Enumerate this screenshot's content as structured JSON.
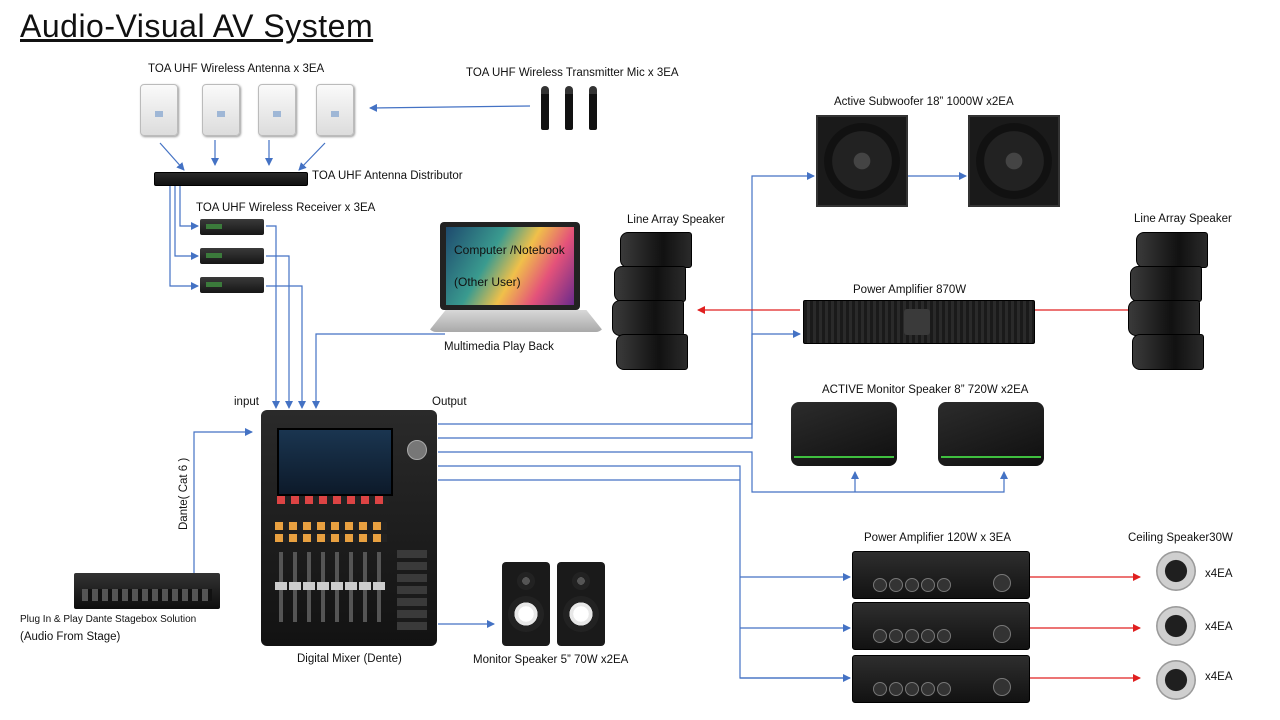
{
  "title": "Audio-Visual  AV System",
  "labels": {
    "antenna": "TOA UHF Wireless Antenna  x 3EA",
    "transmitter": "TOA UHF Wireless Transmitter Mic x 3EA",
    "distributor": "TOA UHF Antenna Distributor",
    "receiver": "TOA UHF Wireless Receiver x 3EA",
    "computer_line1": "Computer  /Notebook",
    "computer_line2": "(Other User)",
    "multimedia": "Multimedia Play Back",
    "line_array_left": "Line Array Speaker",
    "line_array_right": "Line Array Speaker",
    "subwoofer": "Active Subwoofer  18” 1000W x2EA",
    "power_amp_870": "Power Amplifier 870W",
    "active_monitor": "ACTIVE Monitor Speaker 8” 720W  x2EA",
    "input": "input",
    "output": "Output",
    "dante": "Dante( Cat 6 )",
    "stagebox": "Plug In & Play Dante Stagebox Solution",
    "audio_from_stage": "(Audio From Stage)",
    "mixer": "Digital Mixer (Dente)",
    "monitor_speaker": "Monitor Speaker 5” 70W x2EA",
    "power_amp_120": "Power  Amplifier 120W x 3EA",
    "ceiling_speaker": "Ceiling Speaker30W",
    "x4ea_1": "x4EA",
    "x4ea_2": "x4EA",
    "x4ea_3": "x4EA"
  },
  "colors": {
    "signal_line": "#4472c4",
    "speaker_line": "#e02020"
  },
  "icons": [
    "antenna-icon",
    "microphone-icon",
    "distributor-icon",
    "receiver-icon",
    "laptop-icon",
    "line-array-speaker-icon",
    "subwoofer-icon",
    "power-amplifier-icon",
    "monitor-wedge-icon",
    "digital-mixer-icon",
    "stagebox-icon",
    "studio-monitor-icon",
    "ceiling-speaker-icon"
  ]
}
